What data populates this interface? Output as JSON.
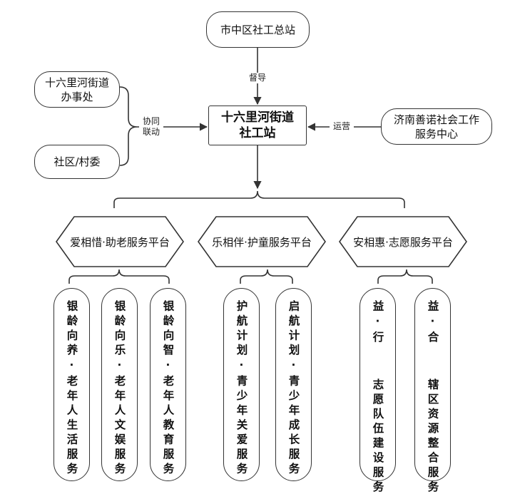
{
  "top": {
    "label": "市中区社工总站"
  },
  "center": {
    "line1": "十六里河街道",
    "line2": "社工站"
  },
  "left_top": {
    "line1": "十六里河街道",
    "line2": "办事处"
  },
  "left_bottom": {
    "label": "社区/村委"
  },
  "right": {
    "line1": "济南善诺社会工作",
    "line2": "服务中心"
  },
  "edge_labels": {
    "supervise": "督导",
    "cooperate_line1": "协同",
    "cooperate_line2": "联动",
    "operate": "运营"
  },
  "platforms": [
    {
      "label": "爱相惜·助老服务平台",
      "services": [
        "银龄向养·老年人生活服务",
        "银龄向乐·老年人文娱服务",
        "银龄向智·老年人教育服务"
      ]
    },
    {
      "label": "乐相伴·护童服务平台",
      "services": [
        "护航计划·青少年关爱服务",
        "启航计划·青少年成长服务"
      ]
    },
    {
      "label": "安相惠·志愿服务平台",
      "services": [
        "益·行  志愿队伍建设服务",
        "益·合  辖区资源整合服务"
      ]
    }
  ]
}
